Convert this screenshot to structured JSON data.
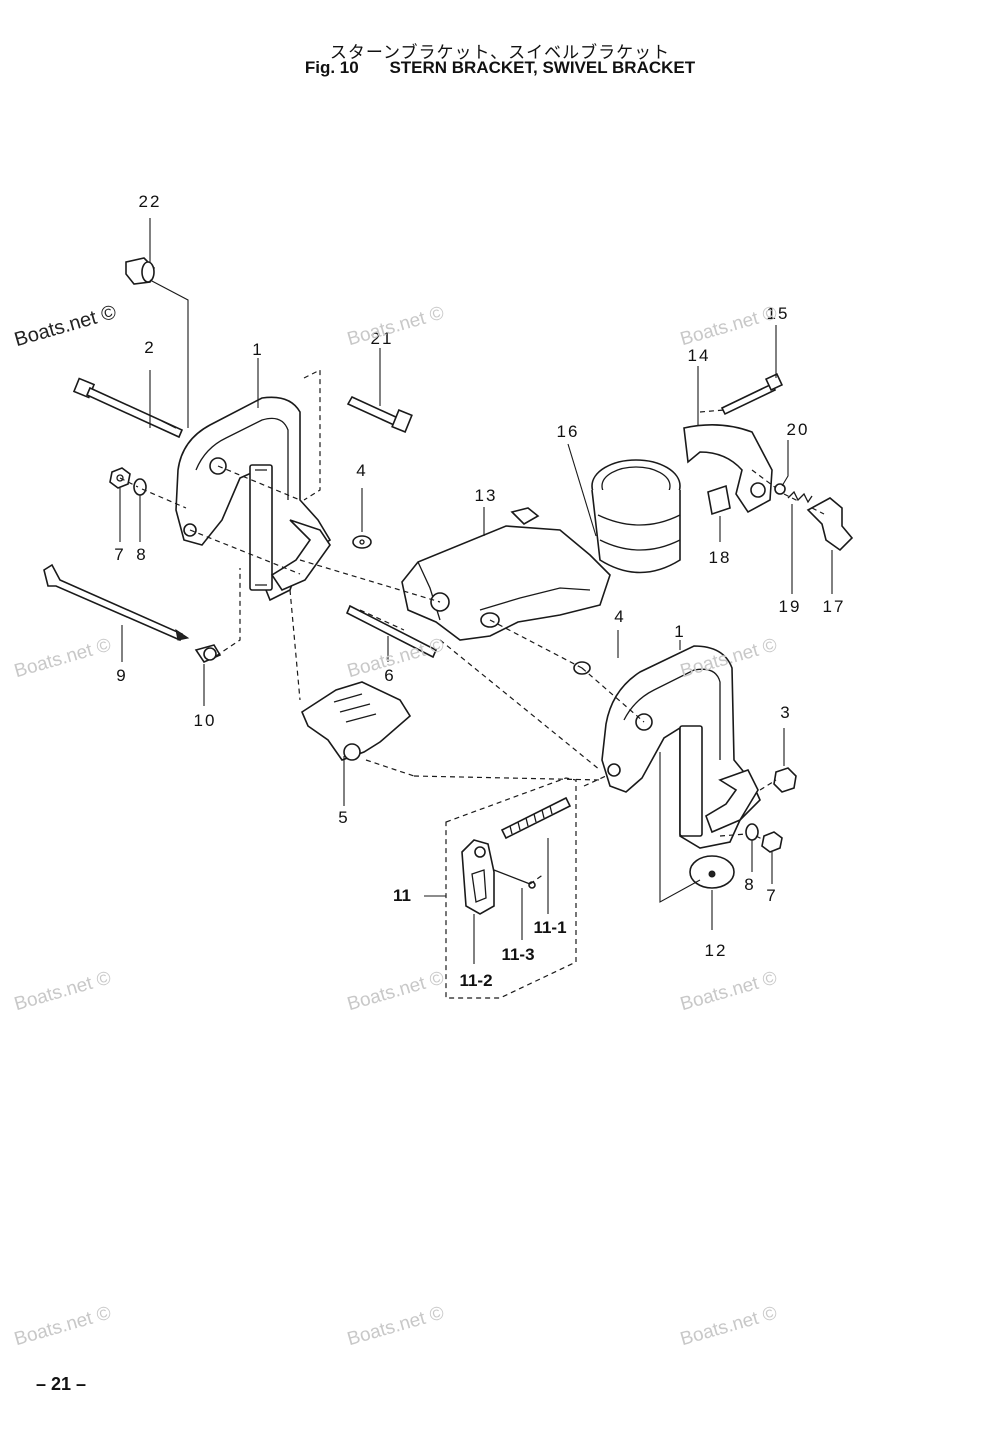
{
  "header": {
    "title_jp": "スターンブラケット、スイベルブラケット",
    "fig_label": "Fig. 10",
    "title_en": "STERN BRACKET, SWIVEL BRACKET"
  },
  "page_number": "– 21 –",
  "watermark": "Boats.net ©",
  "callouts": {
    "c22": "22",
    "c2": "2",
    "c1a": "1",
    "c21": "21",
    "c15": "15",
    "c14": "14",
    "c16": "16",
    "c20": "20",
    "c13": "13",
    "c4a": "4",
    "c7a": "7",
    "c8a": "8",
    "c18": "18",
    "c19": "19",
    "c17": "17",
    "c9": "9",
    "c10": "10",
    "c6": "6",
    "c4b": "4",
    "c1b": "1",
    "c3": "3",
    "c5": "5",
    "c8b": "8",
    "c7b": "7",
    "c11": "11",
    "c11_1": "11-1",
    "c11_3": "11-3",
    "c11_2": "11-2",
    "c12": "12"
  }
}
